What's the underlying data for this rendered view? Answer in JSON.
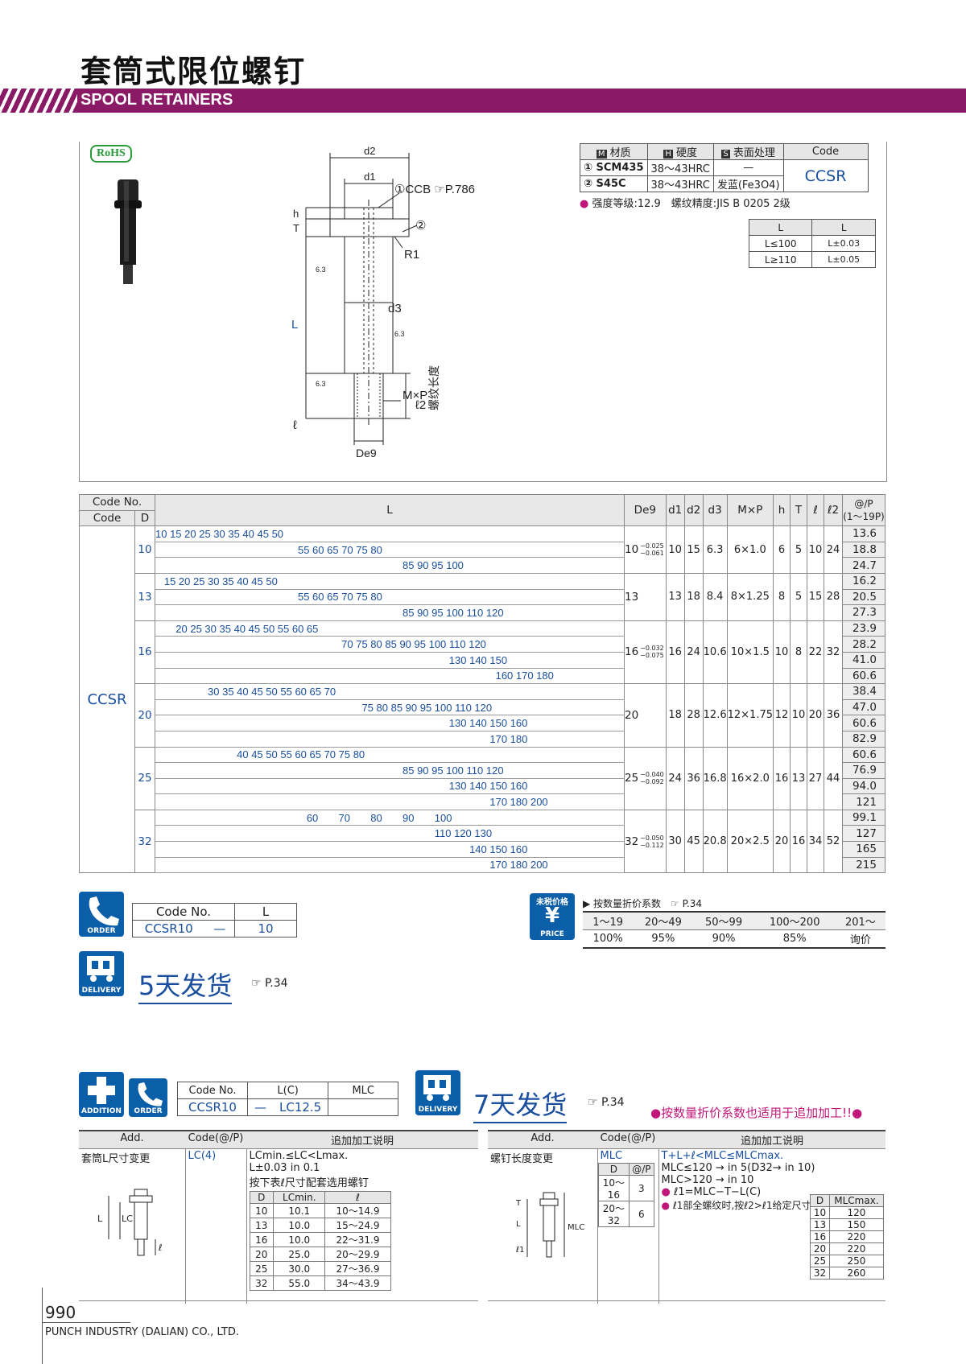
{
  "header": {
    "title_cn": "套筒式限位螺钉",
    "title_en": "SPOOL RETAINERS",
    "rohs": "RoHS"
  },
  "drawing": {
    "labels": {
      "d2": "d2",
      "d1": "d1",
      "ccb": "①CCB ☞P.786",
      "c2": "②",
      "h": "h",
      "T": "T",
      "r1": "R1",
      "d3": "d3",
      "L": "L",
      "ell": "ℓ",
      "ell2": "ℓ2",
      "thread_len": "螺纹长度",
      "mxp": "M×P",
      "de9": "De9",
      "rough": "6.3"
    }
  },
  "spec": {
    "headers": [
      "材质",
      "硬度",
      "表面处理",
      "Code"
    ],
    "header_icons": [
      "M",
      "H",
      "S"
    ],
    "rows": [
      {
        "mat": "① SCM435",
        "hard": "38～43HRC",
        "surf": "—"
      },
      {
        "mat": "② S45C",
        "hard": "38～43HRC",
        "surf": "发蓝(Fe3O4)"
      }
    ],
    "code": "CCSR",
    "note": "强度等级:12.9　螺纹精度:JIS B 0205 2级",
    "tol": {
      "headers": [
        "L",
        "L"
      ],
      "rows": [
        [
          "L≤100",
          "L±0.03"
        ],
        [
          "L≥110",
          "L±0.05"
        ]
      ]
    }
  },
  "table": {
    "headers": {
      "code_no": "Code No.",
      "code": "Code",
      "D": "D",
      "L": "L",
      "De9": "De9",
      "d1": "d1",
      "d2": "d2",
      "d3": "d3",
      "MxP": "M×P",
      "h": "h",
      "T": "T",
      "l": "ℓ",
      "l2": "ℓ2",
      "price": "@/P",
      "price_sub": "(1～19P)"
    },
    "code": "CCSR",
    "groups": [
      {
        "D": "10",
        "lines": [
          "10 15 20 25 30 35 40 45 50",
          "                                                 55 60 65 70 75 80",
          "                                                                                     85 90 95 100"
        ],
        "prices": [
          "13.6",
          "18.8",
          "24.7"
        ],
        "de9": "10",
        "tol": "−0.025\n−0.061",
        "d1": "10",
        "d2": "15",
        "d3": "6.3",
        "mxp": "6×1.0",
        "h": "6",
        "T": "5",
        "l": "10",
        "l2": "24"
      },
      {
        "D": "13",
        "lines": [
          "   15 20 25 30 35 40 45 50",
          "                                                 55 60 65 70 75 80",
          "                                                                                     85 90 95 100 110 120"
        ],
        "prices": [
          "16.2",
          "20.5",
          "27.3"
        ],
        "de9": "13",
        "tol": "",
        "d1": "13",
        "d2": "18",
        "d3": "8.4",
        "mxp": "8×1.25",
        "h": "8",
        "T": "5",
        "l": "15",
        "l2": "28"
      },
      {
        "D": "16",
        "lines": [
          "       20 25 30 35 40 45 50 55 60 65",
          "                                                                70 75 80 85 90 95 100 110 120",
          "                                                                                                     130 140 150",
          "                                                                                                                     160 170 180"
        ],
        "prices": [
          "23.9",
          "28.2",
          "41.0",
          "60.6"
        ],
        "de9": "16",
        "tol": "−0.032\n−0.075",
        "d1": "16",
        "d2": "24",
        "d3": "10.6",
        "mxp": "10×1.5",
        "h": "10",
        "T": "8",
        "l": "22",
        "l2": "32"
      },
      {
        "D": "20",
        "lines": [
          "                  30 35 40 45 50 55 60 65 70",
          "                                                                       75 80 85 90 95 100 110 120",
          "                                                                                                     130 140 150 160",
          "                                                                                                                   170 180"
        ],
        "prices": [
          "38.4",
          "47.0",
          "60.6",
          "82.9"
        ],
        "de9": "20",
        "tol": "",
        "d1": "18",
        "d2": "28",
        "d3": "12.6",
        "mxp": "12×1.75",
        "h": "12",
        "T": "10",
        "l": "20",
        "l2": "36"
      },
      {
        "D": "25",
        "lines": [
          "                            40 45 50 55 60 65 70 75 80",
          "                                                                                     85 90 95 100 110 120",
          "                                                                                                     130 140 150 160",
          "                                                                                                                   170 180 200"
        ],
        "prices": [
          "60.6",
          "76.9",
          "94.0",
          "121"
        ],
        "de9": "25",
        "tol": "−0.040\n−0.092",
        "d1": "24",
        "d2": "36",
        "d3": "16.8",
        "mxp": "16×2.0",
        "h": "16",
        "T": "13",
        "l": "27",
        "l2": "44"
      },
      {
        "D": "32",
        "lines": [
          "                                                    60       70       80       90       100",
          "                                                                                                110 120 130",
          "                                                                                                            140 150 160",
          "                                                                                                                   170 180 200"
        ],
        "prices": [
          "99.1",
          "127",
          "165",
          "215"
        ],
        "de9": "32",
        "tol": "−0.050\n−0.112",
        "d1": "30",
        "d2": "45",
        "d3": "20.8",
        "mxp": "20×2.5",
        "h": "20",
        "T": "16",
        "l": "34",
        "l2": "52"
      }
    ]
  },
  "order": {
    "icon": "ORDER",
    "headers": [
      "Code No.",
      "L"
    ],
    "values": [
      "CCSR10",
      "—",
      "10"
    ]
  },
  "price": {
    "icon_top": "未税价格",
    "icon_bottom": "PRICE",
    "title": "▶ 按数量折价系数　☞ P.34",
    "qty": [
      "1～19",
      "20～49",
      "50～99",
      "100～200",
      "201～"
    ],
    "rate": [
      "100%",
      "95%",
      "90%",
      "85%",
      "询价"
    ]
  },
  "delivery1": {
    "icon": "DELIVERY",
    "text": "5天发货",
    "ref": "☞ P.34"
  },
  "addition": {
    "icon": "ADDITION",
    "order_icon": "ORDER",
    "headers": [
      "Code No.",
      "L(C)",
      "MLC"
    ],
    "values": [
      "CCSR10",
      "—",
      "LC12.5"
    ]
  },
  "delivery2": {
    "icon": "DELIVERY",
    "text": "7天发货",
    "ref": "☞ P.34",
    "note": "●按数量折价系数也适用于追加加工!!●"
  },
  "addL": {
    "headers": [
      "Add.",
      "Code(@/P)",
      "追加加工说明"
    ],
    "name": "套筒L尺寸变更",
    "code": "LC(4)",
    "desc": [
      "LCmin.≤LC<Lmax.",
      "L±0.03 in 0.1",
      "按下表ℓ尺寸配套选用螺钉"
    ],
    "sub_headers": [
      "D",
      "LCmin.",
      "ℓ"
    ],
    "sub_rows": [
      [
        "10",
        "10.1",
        "10～14.9"
      ],
      [
        "13",
        "10.0",
        "15～24.9"
      ],
      [
        "16",
        "10.0",
        "22～31.9"
      ],
      [
        "20",
        "25.0",
        "20～29.9"
      ],
      [
        "25",
        "30.0",
        "27～36.9"
      ],
      [
        "32",
        "55.0",
        "34～43.9"
      ]
    ],
    "fig": {
      "L": "L",
      "LC": "LC",
      "l": "ℓ"
    }
  },
  "addR": {
    "headers": [
      "Add.",
      "Code(@/P)",
      "追加加工说明"
    ],
    "name": "螺钉长度变更",
    "code": "MLC",
    "mini_headers": [
      "D",
      "@/P"
    ],
    "mini_rows": [
      [
        "10～16",
        "3"
      ],
      [
        "20～32",
        "6"
      ]
    ],
    "desc": [
      "T+L+ℓ<MLC≤MLCmax.",
      "MLC≤120 → in 5(D32→ in 10)",
      "MLC>120 → in 10",
      "ℓ1=MLC−T−L(C)",
      "ℓ1部全螺纹时,按ℓ2>ℓ1给定尺寸"
    ],
    "sub_headers": [
      "D",
      "MLCmax."
    ],
    "sub_rows": [
      [
        "10",
        "120"
      ],
      [
        "13",
        "150"
      ],
      [
        "16",
        "220"
      ],
      [
        "20",
        "220"
      ],
      [
        "25",
        "250"
      ],
      [
        "32",
        "260"
      ]
    ],
    "fig": {
      "T": "T",
      "L": "L",
      "l1": "ℓ1",
      "MLC": "MLC"
    }
  },
  "footer": {
    "page": "990",
    "company": "PUNCH INDUSTRY (DALIAN) CO., LTD."
  }
}
